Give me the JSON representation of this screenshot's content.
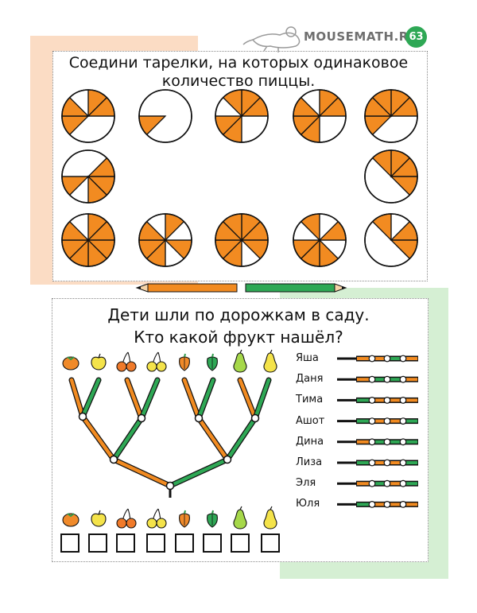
{
  "header": {
    "brand": "MOUSEMATH.RU",
    "page_number": "63"
  },
  "pizza_task": {
    "title_line1": "Соедини тарелки, на которых одинаковое",
    "title_line2": "количество пиццы."
  },
  "paths_task": {
    "title_line1": "Дети шли по дорожкам в саду.",
    "title_line2": "Кто какой фрукт нашёл?"
  },
  "children": [
    {
      "name": "Яша",
      "segments": [
        "orange",
        "orange",
        "green",
        "orange"
      ]
    },
    {
      "name": "Даня",
      "segments": [
        "orange",
        "green",
        "green",
        "orange"
      ]
    },
    {
      "name": "Тима",
      "segments": [
        "green",
        "orange",
        "orange",
        "orange"
      ]
    },
    {
      "name": "Ашот",
      "segments": [
        "green",
        "orange",
        "orange",
        "green"
      ]
    },
    {
      "name": "Дина",
      "segments": [
        "orange",
        "green",
        "green",
        "green"
      ]
    },
    {
      "name": "Лиза",
      "segments": [
        "green",
        "orange",
        "orange",
        "green"
      ]
    },
    {
      "name": "Эля",
      "segments": [
        "orange",
        "green",
        "orange",
        "green"
      ]
    },
    {
      "name": "Юля",
      "segments": [
        "green",
        "orange",
        "orange",
        "orange"
      ]
    }
  ],
  "fruits": [
    "tomato-icon",
    "apple-icon",
    "cherries-icon",
    "yellow-cherries-icon",
    "orange-pepper-icon",
    "green-pepper-icon",
    "pear-icon",
    "yellow-pear-icon"
  ],
  "colors": {
    "orange": "#f28b21",
    "green": "#2ea855",
    "peach_bg": "#fbdcc4",
    "green_bg": "#d5efd3"
  }
}
